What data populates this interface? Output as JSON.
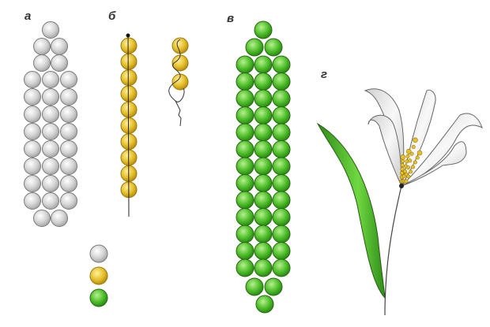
{
  "labels": {
    "a": "а",
    "b": "б",
    "v": "в",
    "g": "г"
  },
  "colors": {
    "grey_bead": "#d4d4d4",
    "yellow_bead": "#e6c02a",
    "green_bead": "#4fbf2a",
    "leaf": "#3fa826",
    "petal": "#e8e8e8"
  }
}
